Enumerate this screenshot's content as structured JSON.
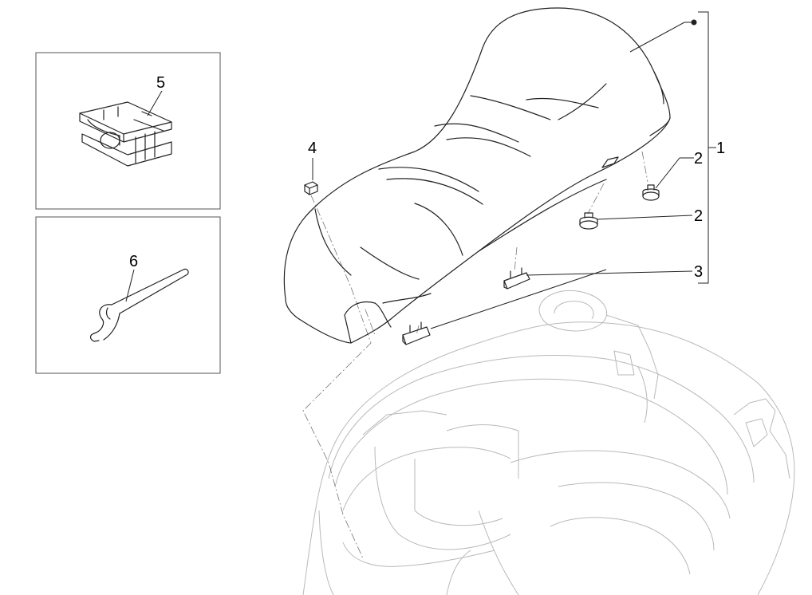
{
  "callouts": {
    "c1": "1",
    "c2a": "2",
    "c2b": "2",
    "c3": "3",
    "c4": "4",
    "c5": "5",
    "c6": "6"
  },
  "colors": {
    "line": "#222222",
    "ghost": "#b9b9b9",
    "frame": "#555555"
  }
}
